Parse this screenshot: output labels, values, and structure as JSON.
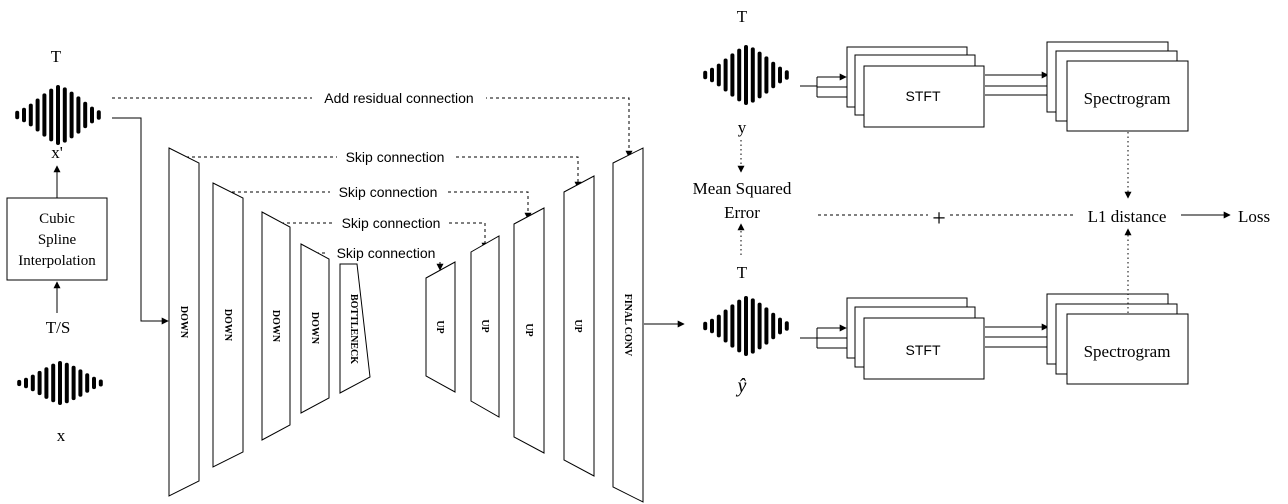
{
  "input": {
    "length_top": "T",
    "x_prime_label": "x'",
    "interp_lines": [
      "Cubic",
      "Spline",
      "Interpolation"
    ],
    "length_bottom": "T/S",
    "x_label": "x"
  },
  "unet": {
    "down_labels": [
      "DOWN",
      "DOWN",
      "DOWN",
      "DOWN"
    ],
    "bottleneck_label": "BOTTLENECK",
    "up_labels": [
      "UP",
      "UP",
      "UP",
      "UP"
    ],
    "final_label": "FINAL CONV",
    "skip_labels": [
      "Skip connection",
      "Skip connection",
      "Skip connection",
      "Skip connection"
    ],
    "residual_label": "Add residual connection"
  },
  "loss": {
    "target_length": "T",
    "y_label": "y",
    "mse_lines": [
      "Mean Squared",
      "Error"
    ],
    "pred_length": "T",
    "y_hat_label": "ŷ",
    "stft_top": "STFT",
    "stft_bottom": "STFT",
    "spec_top": "Spectrogram",
    "spec_bottom": "Spectrogram",
    "plus": "+",
    "l1_label": "L1 distance",
    "loss_label": "Loss"
  }
}
